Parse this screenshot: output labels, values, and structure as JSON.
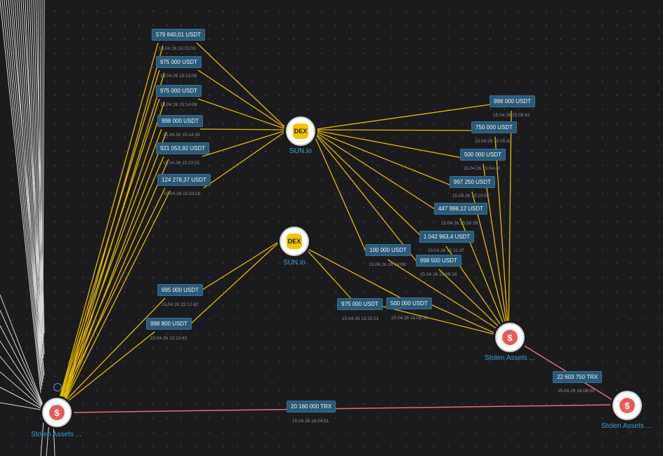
{
  "nodes": {
    "dex_top": {
      "badge": "DEX",
      "label": "SUN.io"
    },
    "dex_mid": {
      "badge": "DEX",
      "label": "SUN.io"
    },
    "stolen_right": {
      "icon": "money-bag-icon",
      "label": "Stolen Assets ..."
    },
    "stolen_far": {
      "icon": "money-bag-icon",
      "label": "Stolen Assets ..."
    },
    "stolen_left": {
      "icon": "money-bag-icon",
      "label": "Stolen Assets ..."
    }
  },
  "transfers_left_to_top": [
    {
      "amount": "579 840,01 USDT",
      "time": "15.04.26 15:15:03"
    },
    {
      "amount": "975 000 USDT",
      "time": "15.04.26 15:13:06"
    },
    {
      "amount": "975 000 USDT",
      "time": "15.04.26 15:14:09"
    },
    {
      "amount": "998 000 USDT",
      "time": "15.04.26 15:14:39"
    },
    {
      "amount": "921 053,92 USDT",
      "time": "15.04.26 15:22:51"
    },
    {
      "amount": "124 278,37 USDT",
      "time": "15.04.26 15:33:18"
    }
  ],
  "transfers_left_to_mid": [
    {
      "amount": "995 000 USDT",
      "time": "15.04.26 15:12:42"
    },
    {
      "amount": "998 800 USDT",
      "time": "15.04.26 15:13:42"
    }
  ],
  "transfers_right_to_top": [
    {
      "amount": "998 000 USDT",
      "time": "15.04.26 15:08:42"
    },
    {
      "amount": "750 000 USDT",
      "time": "15.04.26 15:05:42"
    },
    {
      "amount": "500 000 USDT",
      "time": "15.04.26 15:04:42"
    },
    {
      "amount": "997 250 USDT",
      "time": "15.04.26 15:10:54"
    },
    {
      "amount": "447 998,12 USDT",
      "time": "15.04.26 15:50:39"
    },
    {
      "amount": "1 042 963,4 USDT",
      "time": "15.04.26 15:11:27"
    },
    {
      "amount": "100 000 USDT",
      "time": "15.04.26 15:04:06"
    },
    {
      "amount": "998 500 USDT",
      "time": "15.04.26 15:09:18"
    }
  ],
  "transfers_right_to_mid": [
    {
      "amount": "975 000 USDT",
      "time": "15.04.26 15:10:21"
    },
    {
      "amount": "500 000 USDT",
      "time": "15.04.26 15:06:36"
    }
  ],
  "trx_transfers": [
    {
      "amount": "22 603 750 TRX",
      "time": "15.04.26 18:08:33"
    },
    {
      "amount": "20 160 000 TRX",
      "time": "15.04.26 18:04:51"
    }
  ],
  "colors": {
    "usdt_edge": "#e6b800",
    "trx_edge": "#e07070",
    "tag_bg": "#2b5a78",
    "label": "#3aa0d8"
  }
}
